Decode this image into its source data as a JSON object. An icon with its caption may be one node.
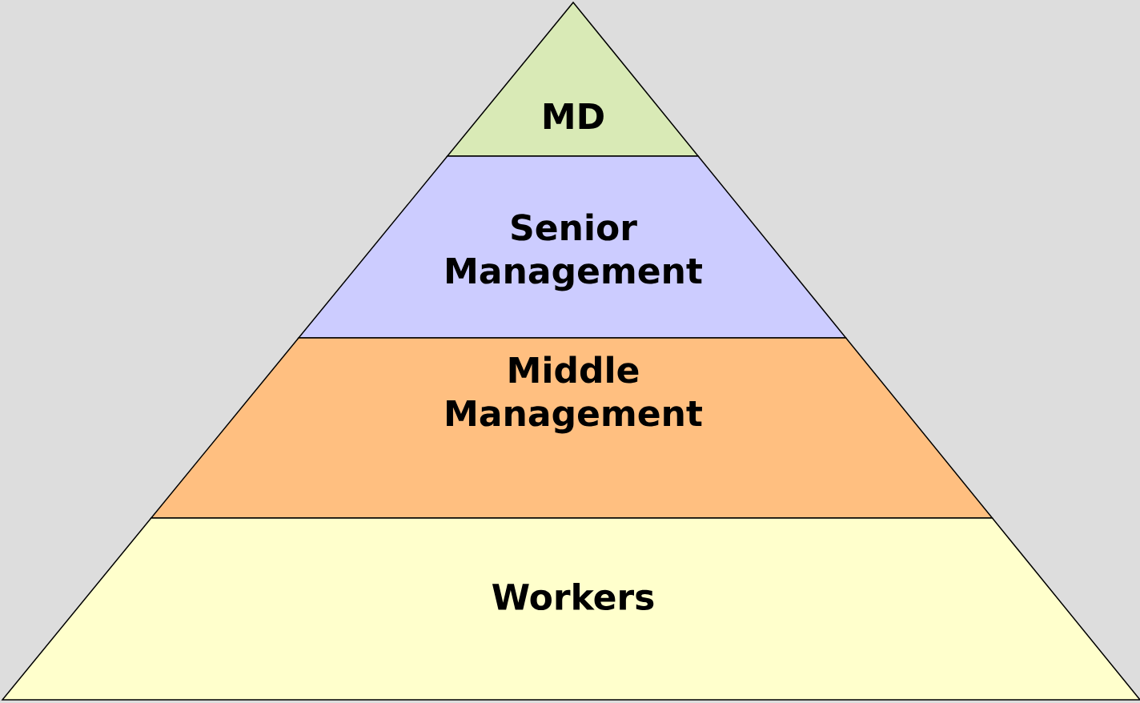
{
  "diagram": {
    "nodes": [
      {
        "text": [
          "MD"
        ]
      },
      {
        "text": [
          "Senior Management"
        ]
      },
      {
        "text": [
          "Middle Management"
        ]
      },
      {
        "text": [
          "Workers"
        ]
      }
    ]
  }
}
